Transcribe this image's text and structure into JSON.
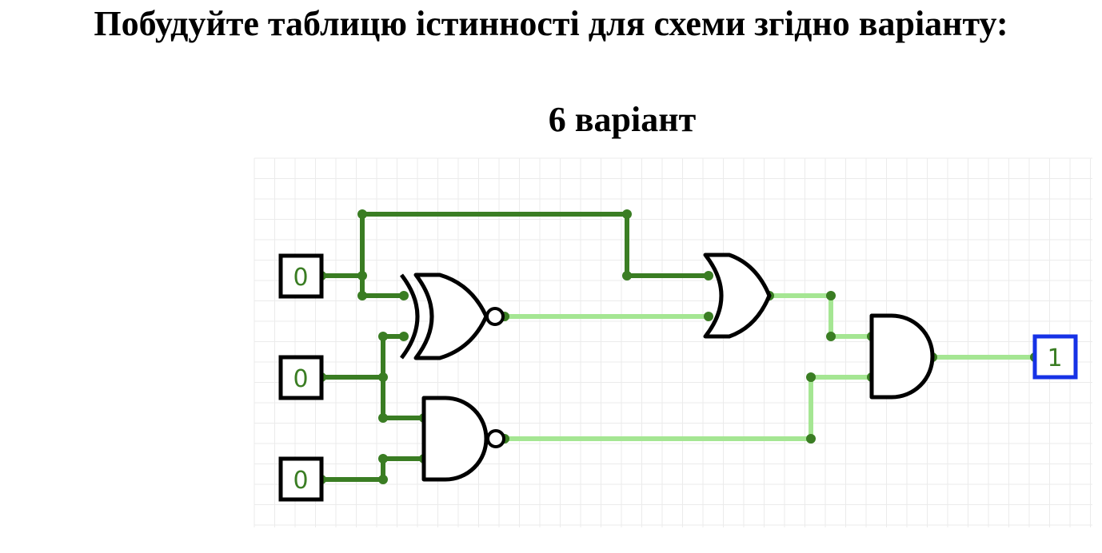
{
  "heading": "Побудуйте таблицю істинності для схеми згідно варіанту:",
  "variant": "6 варіант",
  "circuit": {
    "inputs": [
      {
        "id": "in1",
        "value": "0"
      },
      {
        "id": "in2",
        "value": "0"
      },
      {
        "id": "in3",
        "value": "0"
      }
    ],
    "output": {
      "id": "out",
      "value": "1"
    },
    "gates": [
      {
        "id": "g1",
        "type": "XNOR",
        "inputs": [
          "in1",
          "in2"
        ]
      },
      {
        "id": "g2",
        "type": "NAND",
        "inputs": [
          "in2",
          "in3"
        ]
      },
      {
        "id": "g3",
        "type": "OR",
        "inputs": [
          "in1",
          "g1"
        ]
      },
      {
        "id": "g4",
        "type": "AND",
        "inputs": [
          "g3",
          "g2"
        ]
      }
    ],
    "colors": {
      "wire_low": "#3a7d23",
      "wire_high": "#a5e693",
      "output_border": "#1632e6",
      "gate_stroke": "#000000",
      "grid": "#ebebeb"
    }
  }
}
